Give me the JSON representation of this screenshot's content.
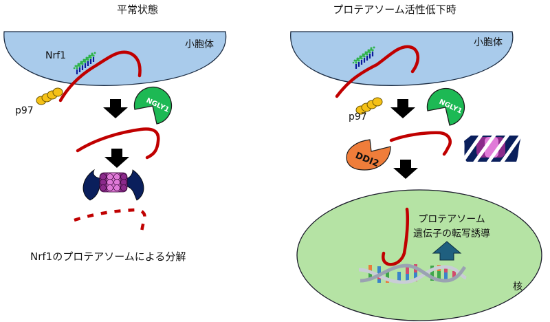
{
  "panels": {
    "normal": {
      "title": "平常状態",
      "er_label": "小胞体",
      "nrf1_label": "Nrf1",
      "p97_label": "p97",
      "ngly1_label": "NGLY1",
      "caption": "Nrf1のプロテアソームによる分解"
    },
    "inhibited": {
      "title": "プロテアソーム活性低下時",
      "er_label": "小胞体",
      "p97_label": "p97",
      "ngly1_label": "NGLY1",
      "ddi2_label": "DDI2",
      "nucleus_label": "核",
      "induction_line1": "プロテアソーム",
      "induction_line2": "遺伝子の転写誘導"
    }
  },
  "colors": {
    "er_fill": "#a9cbeb",
    "nucleus_fill": "#b5e3a4",
    "nrf1_red": "#c00000",
    "ngly1_green": "#1db954",
    "ddi2_orange": "#ef7d3a",
    "p97_yellow": "#f5c116",
    "proteasome_navy": "#0a1f5c",
    "proteasome_purple": "#8b2a8b",
    "proteasome_pink": "#e07ad8",
    "up_arrow": "#1f5f7f"
  }
}
